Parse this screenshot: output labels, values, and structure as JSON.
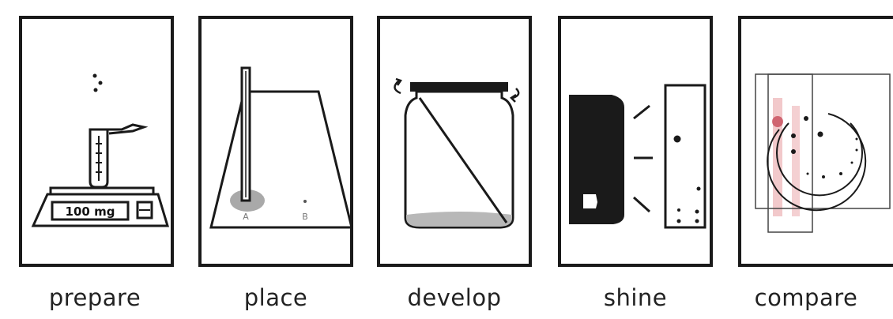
{
  "steps": [
    {
      "id": "prepare",
      "caption": "prepare"
    },
    {
      "id": "place",
      "caption": "place"
    },
    {
      "id": "develop",
      "caption": "develop"
    },
    {
      "id": "shine",
      "caption": "shine"
    },
    {
      "id": "compare",
      "caption": "compare"
    }
  ],
  "prepare": {
    "scale_readout": "100 mg"
  },
  "place": {
    "spot_a_label": "A",
    "spot_b_label": "B"
  },
  "icons": [
    "scale-icon",
    "pipette-icon",
    "tlc-plate-icon",
    "jar-icon",
    "uv-lamp-icon",
    "chromatogram-overlay-icon"
  ],
  "colors": {
    "line": "#1a1a1a",
    "spot_gray": "#9a9a9a",
    "stain_red": "#d9636b"
  }
}
